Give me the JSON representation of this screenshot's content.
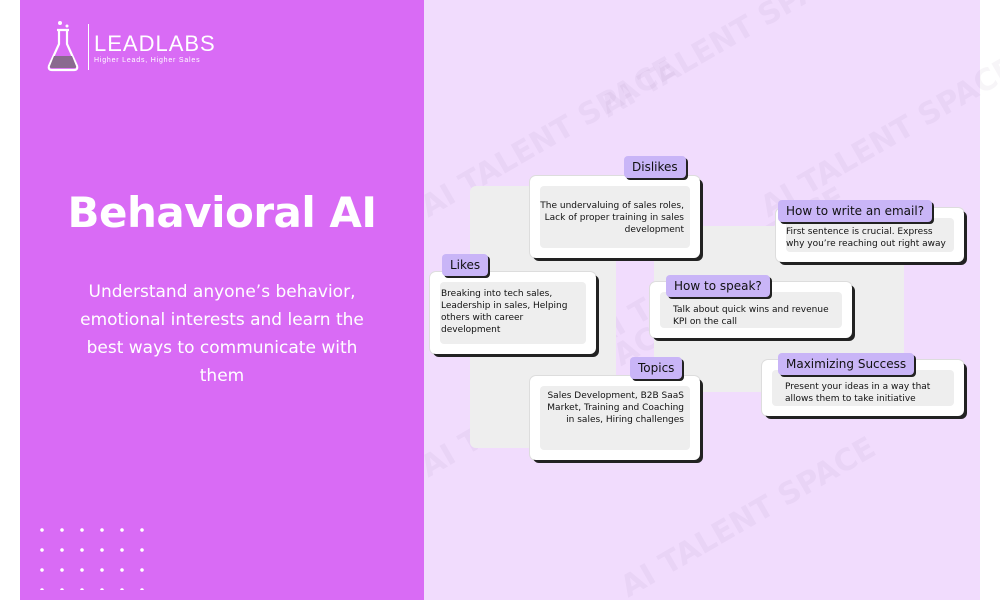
{
  "brand": {
    "name": "LEADLABS",
    "tagline": "Higher Leads, Higher Sales"
  },
  "hero": {
    "headline": "Behavioral AI",
    "description": "Understand anyone’s behavior, emotional interests and learn the best ways to communicate with them"
  },
  "watermark_text": "AI TALENT SPACE",
  "cards": {
    "dislikes": {
      "label": "Dislikes",
      "text": "The undervaluing of sales roles, Lack of proper training in sales development"
    },
    "likes": {
      "label": "Likes",
      "text": "Breaking into tech sales, Leadership in sales, Helping others with career development"
    },
    "email": {
      "label": "How to write an email?",
      "text": "First sentence is crucial. Express why you’re reaching out right away"
    },
    "speak": {
      "label": "How to speak?",
      "text": "Talk about quick wins and revenue KPI on the call"
    },
    "topics": {
      "label": "Topics",
      "text": "Sales Development, B2B SaaS Market, Training and Coaching in sales, Hiring challenges"
    },
    "success": {
      "label": "Maximizing Success",
      "text": "Present your ideas in a way that allows them to take initiative"
    }
  },
  "colors": {
    "left_panel": "#d96bf5",
    "right_panel": "#f1dcfd",
    "tag": "#c9b5f7"
  }
}
